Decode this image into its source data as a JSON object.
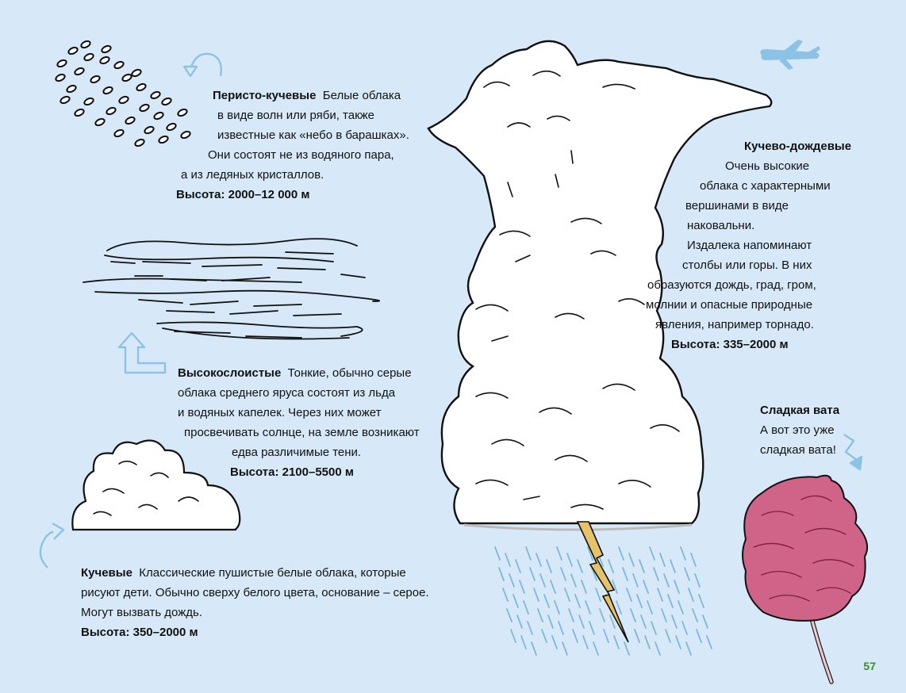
{
  "cirrocumulus": {
    "title": "Перисто-кучевые",
    "lead": "Белые облака",
    "lines": [
      "в виде волн или ряби, также",
      "известные как «небо в барашках».",
      "Они состоят не из водяного пара,",
      "а из ледяных кристаллов."
    ],
    "height": "Высота: 2000–12 000 м"
  },
  "altostratus": {
    "title": "Высокослоистые",
    "lead": "Тонкие, обычно серые",
    "lines": [
      "облака среднего яруса состоят из льда",
      "и водяных капелек. Через них может",
      "просвечивать солнце, на земле возникают",
      "едва различимые тени."
    ],
    "height": "Высота: 2100–5500 м"
  },
  "cumulus": {
    "title": "Кучевые",
    "lead": "Классические пушистые белые облака, которые",
    "lines": [
      "рисуют дети. Обычно сверху белого цвета, основание – серое.",
      "Могут вызвать дождь."
    ],
    "height": "Высота: 350–2000 м"
  },
  "cumulonimbus": {
    "title": "Кучево-дождевые",
    "lines": [
      "Очень высокие",
      "облака с характерными",
      "вершинами в виде",
      "наковальни.",
      "Издалека напоминают",
      "столбы или горы. В них",
      "образуются дождь, град, гром,",
      "молнии и опасные природные",
      "явления, например торнадо."
    ],
    "height": "Высота: 335–2000 м"
  },
  "cotton_candy": {
    "title": "Сладкая вата",
    "lines": [
      "А вот это уже",
      "сладкая вата!"
    ]
  },
  "page_number": "57",
  "colors": {
    "background": "#d7e9f8",
    "arrow": "#8cc3e4",
    "rain": "#7fb7dc",
    "lightning": "#e6c36a",
    "candy": "#cf6488",
    "page_number": "#3b8a2e"
  }
}
